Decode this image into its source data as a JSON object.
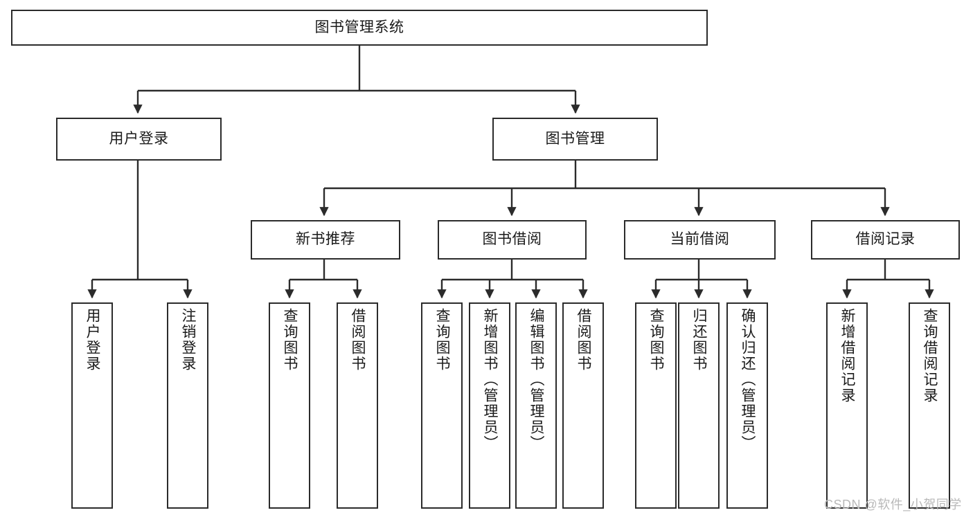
{
  "diagram": {
    "type": "tree",
    "title": "图书管理系统",
    "root": {
      "label": "图书管理系统"
    },
    "level2": [
      {
        "label": "用户登录"
      },
      {
        "label": "图书管理"
      }
    ],
    "level3": [
      {
        "label": "新书推荐"
      },
      {
        "label": "图书借阅"
      },
      {
        "label": "当前借阅"
      },
      {
        "label": "借阅记录"
      }
    ],
    "leaves": {
      "user_login": [
        {
          "label": "用户登录"
        },
        {
          "label": "注销登录"
        }
      ],
      "new_book_recommend": [
        {
          "label": "查询图书"
        },
        {
          "label": "借阅图书"
        }
      ],
      "book_borrow": [
        {
          "label": "查询图书"
        },
        {
          "label": "新增图书（管理员）"
        },
        {
          "label": "编辑图书（管理员）"
        },
        {
          "label": "借阅图书"
        }
      ],
      "current_borrow": [
        {
          "label": "查询图书"
        },
        {
          "label": "归还图书"
        },
        {
          "label": "确认归还（管理员）"
        }
      ],
      "borrow_record": [
        {
          "label": "新增借阅记录"
        },
        {
          "label": "查询借阅记录"
        }
      ]
    }
  },
  "watermark": {
    "text": "CSDN @软件_小贺同学"
  },
  "colors": {
    "box_border": "#2b2b2b",
    "box_fill": "#ffffff",
    "connector": "#2b2b2b",
    "text": "#1a1a1a",
    "watermark": "#b9b9b9"
  }
}
